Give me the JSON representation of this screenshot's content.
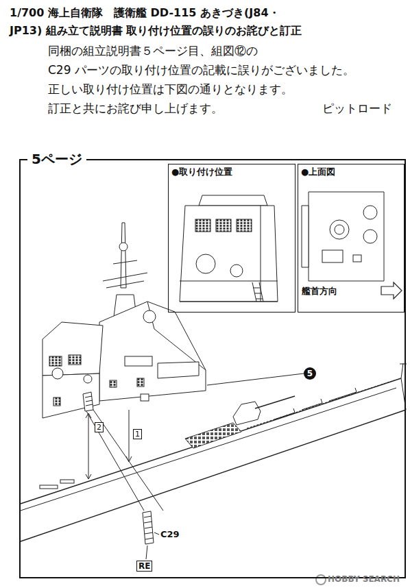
{
  "diagram": {
    "title": "1/700 海上自衛隊　護衛艦 DD-115 あきづき(J84・JP13) 組み立て説明書 取り付け位置の誤りのお詫びと訂正",
    "nodes": [
      {
        "text": [
          "5ページ"
        ]
      },
      {
        "text": [
          "●取り付け位置"
        ],
        "in": 0
      },
      {
        "text": [
          "●上面図"
        ],
        "in": 0
      }
    ],
    "labels": [
      "同梱の組立説明書５ページ目、組図⑫の",
      "C29 パーツの取り付け位置の記載に誤りがございました。",
      "正しい取り付け位置は下図の通りとなります。",
      "訂正と共にお詫び申し上げます。",
      "ピットロード",
      "5",
      "2",
      "1",
      "C29",
      "RE",
      "艦首方向",
      "HOBBY SEARCH"
    ]
  }
}
